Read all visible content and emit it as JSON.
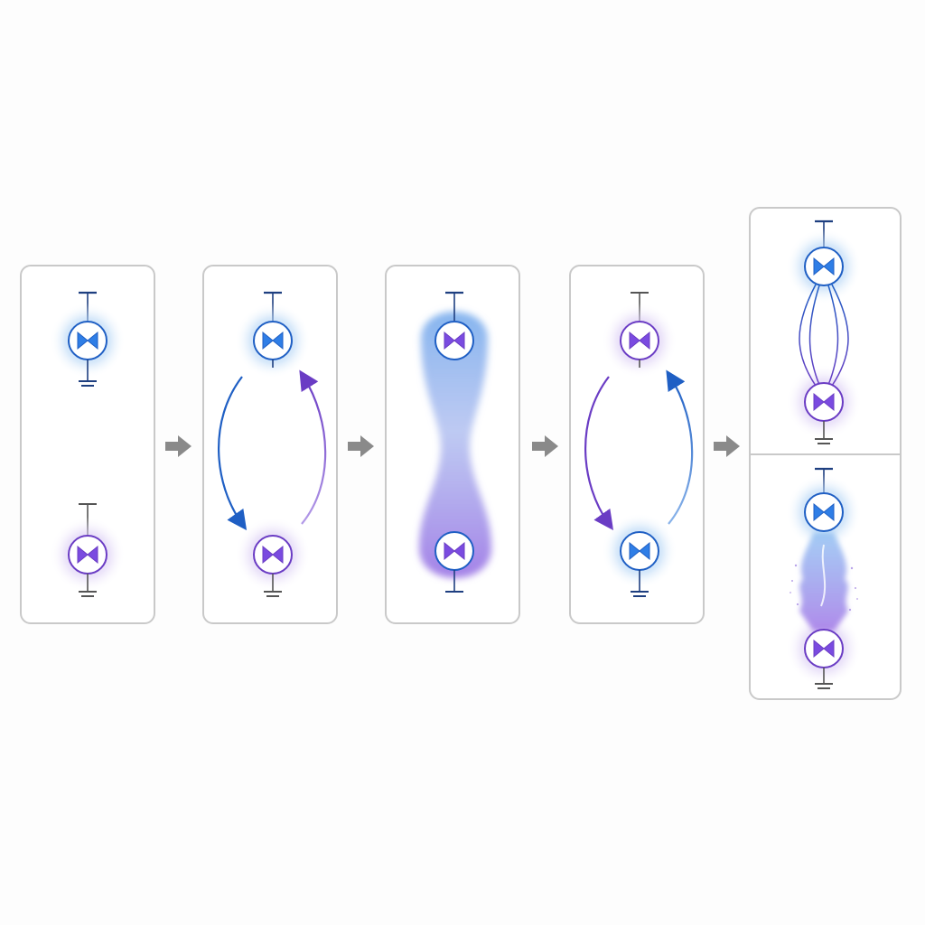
{
  "diagram": {
    "panels": [
      {
        "label": "stage-1",
        "top_qubit_color": "blue",
        "bottom_qubit_color": "purple",
        "interaction": "none"
      },
      {
        "label": "stage-2",
        "top_qubit_color": "blue",
        "bottom_qubit_color": "purple",
        "interaction": "exchange-arrows"
      },
      {
        "label": "stage-3",
        "top_qubit_color": "purple",
        "bottom_qubit_color": "purple",
        "interaction": "shared-glow"
      },
      {
        "label": "stage-4",
        "top_qubit_color": "purple",
        "bottom_qubit_color": "blue",
        "interaction": "exchange-arrows"
      },
      {
        "label": "stage-5-top",
        "top_qubit_color": "blue",
        "bottom_qubit_color": "purple",
        "interaction": "field-lines"
      },
      {
        "label": "stage-5-bottom",
        "top_qubit_color": "blue",
        "bottom_qubit_color": "purple",
        "interaction": "noisy-coupling"
      }
    ],
    "colors": {
      "blue": "#1f5fc4",
      "blue_fill": "#2f7ee6",
      "blue_glow": "#8fc0f2",
      "purple": "#6a3cc4",
      "purple_fill": "#7a4be0",
      "purple_glow": "#c9b2ef",
      "wire": "#1e3f80",
      "wire_gray": "#555555",
      "arrow_gray": "#8a8a8a",
      "panel_border": "#c9c9c9"
    },
    "icons": {
      "qubit": "josephson-junction-icon",
      "ground": "ground-icon",
      "arrow": "right-arrow-icon"
    }
  }
}
